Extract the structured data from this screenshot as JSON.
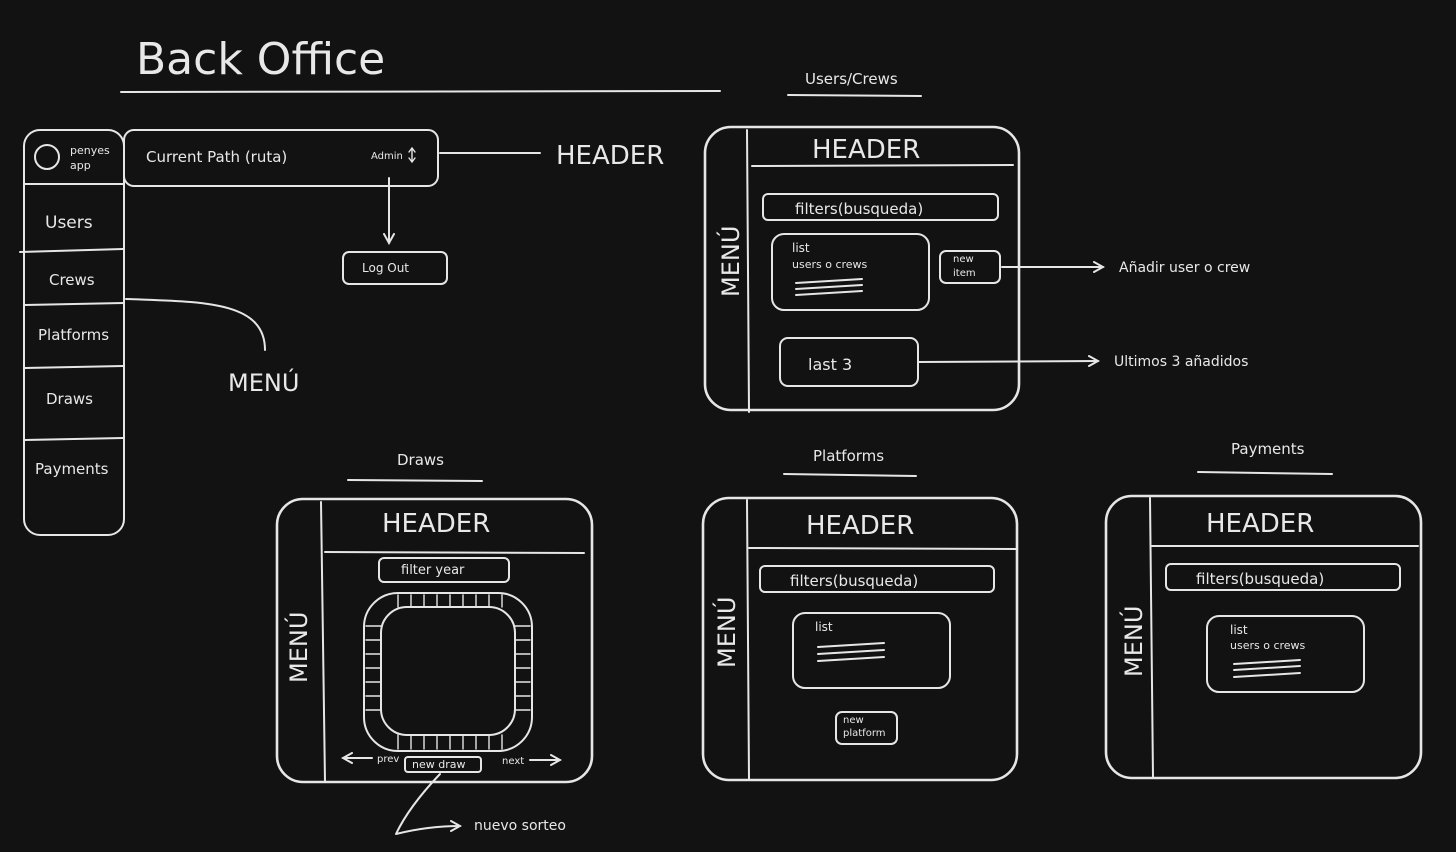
{
  "title": "Back Office",
  "app": {
    "logo_line1": "penyes",
    "logo_line2": "app",
    "current_path": "Current Path (ruta)",
    "admin": "Admin",
    "logout": "Log Out",
    "header_label": "HEADER",
    "menu_label": "MENÚ",
    "menu_items": [
      "Users",
      "Crews",
      "Platforms",
      "Draws",
      "Payments"
    ]
  },
  "users_screen": {
    "title": "Users/Crews",
    "header": "HEADER",
    "menu": "MENÚ",
    "filter": "filters(busqueda)",
    "list_line1": "list",
    "list_line2": "users o crews",
    "new_item_line1": "new",
    "new_item_line2": "item",
    "last": "last 3",
    "annotation_new": "Añadir user o crew",
    "annotation_last": "Ultimos 3 añadidos"
  },
  "draws_screen": {
    "title": "Draws",
    "header": "HEADER",
    "menu": "MENÚ",
    "filter": "filter year",
    "prev": "prev",
    "next": "next",
    "new_draw": "new draw",
    "annotation": "nuevo sorteo"
  },
  "platforms_screen": {
    "title": "Platforms",
    "header": "HEADER",
    "menu": "MENÚ",
    "filter": "filters(busqueda)",
    "list": "list",
    "new_line1": "new",
    "new_line2": "platform"
  },
  "payments_screen": {
    "title": "Payments",
    "header": "HEADER",
    "menu": "MENÚ",
    "filter": "filters(busqueda)",
    "list_line1": "list",
    "list_line2": "users o crews"
  }
}
